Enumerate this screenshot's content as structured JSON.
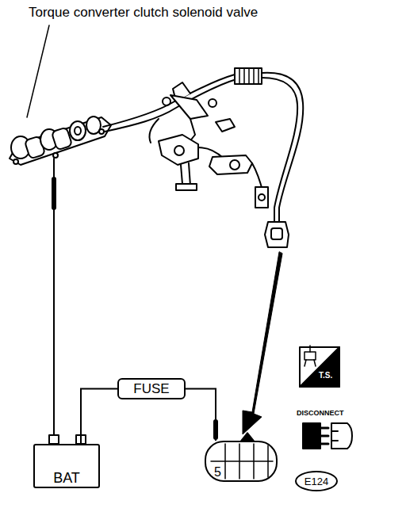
{
  "diagram": {
    "nodes": [
      {
        "text": [
          "FUSE"
        ]
      },
      {
        "text": [
          "BAT"
        ]
      },
      {
        "text": [
          "5"
        ]
      },
      {
        "text": [
          "E124"
        ]
      }
    ],
    "edges": [
      {
        "from": 1,
        "to": 0,
        "arrow": "none"
      },
      {
        "from": 0,
        "to": 2,
        "arrow": "none"
      }
    ],
    "labels": [
      "Torque converter clutch solenoid valve",
      "T.S.",
      "DISCONNECT"
    ]
  }
}
